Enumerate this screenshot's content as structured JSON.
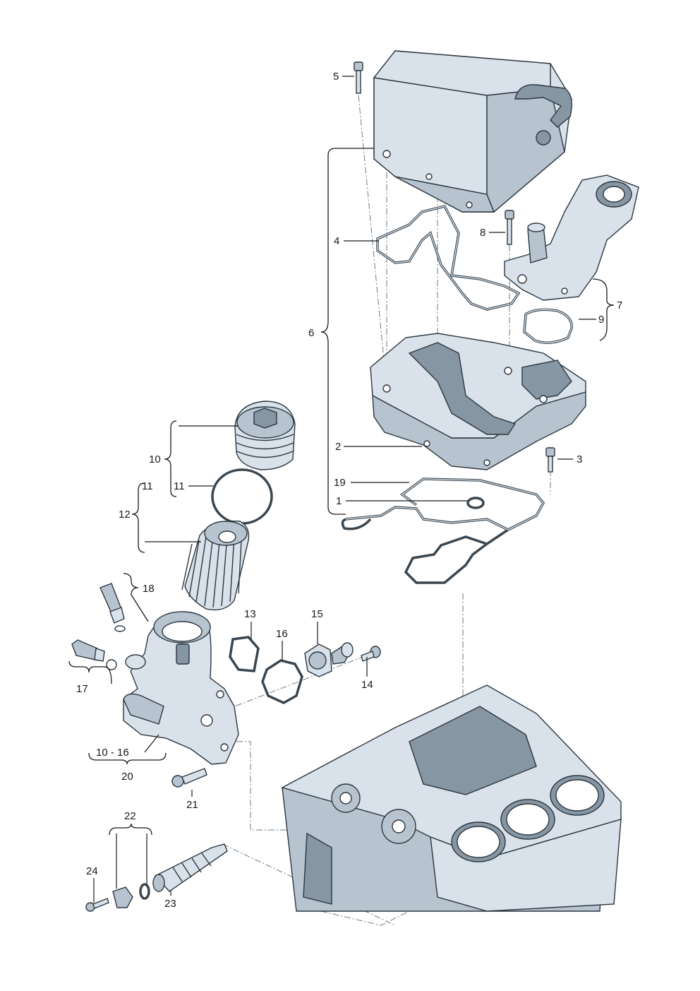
{
  "callouts": [
    {
      "id": "c5",
      "text": "5"
    },
    {
      "id": "c4",
      "text": "4"
    },
    {
      "id": "c8",
      "text": "8"
    },
    {
      "id": "c7",
      "text": "7"
    },
    {
      "id": "c9",
      "text": "9"
    },
    {
      "id": "c6",
      "text": "6"
    },
    {
      "id": "c2",
      "text": "2"
    },
    {
      "id": "c3",
      "text": "3"
    },
    {
      "id": "c19",
      "text": "19"
    },
    {
      "id": "c1",
      "text": "1"
    },
    {
      "id": "c10",
      "text": "10"
    },
    {
      "id": "c11a",
      "text": "11"
    },
    {
      "id": "c11b",
      "text": "11"
    },
    {
      "id": "c12",
      "text": "12"
    },
    {
      "id": "c18",
      "text": "18"
    },
    {
      "id": "c13",
      "text": "13"
    },
    {
      "id": "c15",
      "text": "15"
    },
    {
      "id": "c16",
      "text": "16"
    },
    {
      "id": "c17",
      "text": "17"
    },
    {
      "id": "c14",
      "text": "14"
    },
    {
      "id": "c10-16",
      "text": "10 - 16"
    },
    {
      "id": "c20",
      "text": "20"
    },
    {
      "id": "c21",
      "text": "21"
    },
    {
      "id": "c22",
      "text": "22"
    },
    {
      "id": "c24",
      "text": "24"
    },
    {
      "id": "c23",
      "text": "23"
    }
  ],
  "colors": {
    "line": "#1a1a1a",
    "part_fill": "#d9e2ea",
    "part_shade": "#8796a3",
    "centerline": "#6c7a86"
  },
  "icons": [
    "oil-cooler-icon",
    "gasket-icon",
    "adapter-plate-icon",
    "filter-cap-icon",
    "filter-element-icon",
    "filter-housing-icon",
    "engine-block-icon",
    "bolt-icon",
    "sensor-icon",
    "thermostat-icon",
    "valve-icon"
  ]
}
